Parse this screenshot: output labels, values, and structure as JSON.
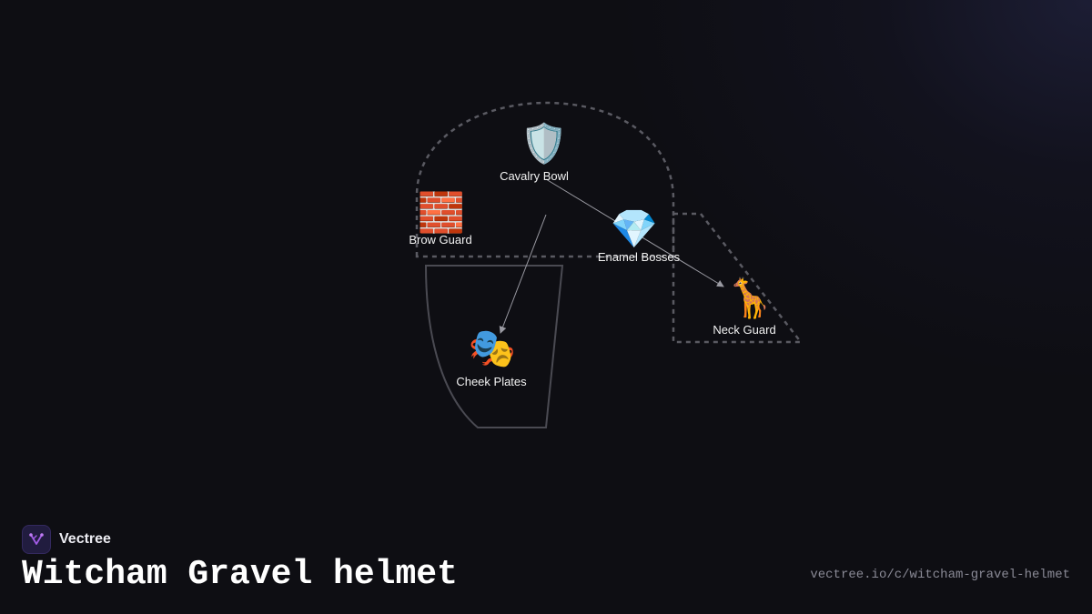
{
  "brand": {
    "name": "Vectree",
    "accent": "#a25ce6"
  },
  "title": "Witcham Gravel helmet",
  "url": "vectree.io/c/witcham-gravel-helmet",
  "colors": {
    "background": "#0e0e13",
    "outline": "#5a5a62",
    "edge": "#9a9aa2",
    "label": "#f2f2f2"
  },
  "diagram": {
    "nodes": [
      {
        "id": "cavalry-bowl",
        "label": "Cavalry Bowl",
        "icon": "🛡️",
        "icon_name": "shield-icon"
      },
      {
        "id": "brow-guard",
        "label": "Brow Guard",
        "icon": "🧱",
        "icon_name": "brick-icon"
      },
      {
        "id": "enamel-bosses",
        "label": "Enamel Bosses",
        "icon": "💎",
        "icon_name": "gem-icon"
      },
      {
        "id": "neck-guard",
        "label": "Neck Guard",
        "icon": "🦒",
        "icon_name": "giraffe-icon"
      },
      {
        "id": "cheek-plates",
        "label": "Cheek Plates",
        "icon": "🎭",
        "icon_name": "theater-masks-icon"
      }
    ],
    "edges": [
      {
        "from": "cavalry-bowl",
        "to": "neck-guard"
      },
      {
        "from": "cavalry-bowl",
        "to": "cheek-plates"
      }
    ]
  }
}
